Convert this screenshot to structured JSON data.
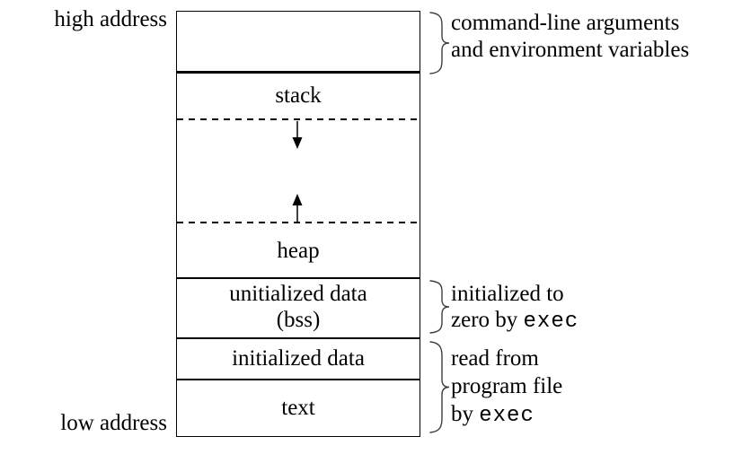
{
  "labels": {
    "high_address": "high address",
    "low_address": "low address"
  },
  "segments": {
    "stack": "stack",
    "heap": "heap",
    "bss_line1": "unitialized data",
    "bss_line2": "(bss)",
    "initialized_data": "initialized data",
    "text": "text"
  },
  "annotations": {
    "top": {
      "line1": "command-line arguments",
      "line2": "and environment variables"
    },
    "bss": {
      "line1": "initialized to",
      "line2_prefix": "zero by ",
      "line2_code": "exec"
    },
    "file": {
      "line1": "read from",
      "line2": "program file",
      "line3_prefix": "by ",
      "line3_code": "exec"
    }
  },
  "icons": {
    "arrow-down-icon": "↓",
    "arrow-up-icon": "↑",
    "brace-icon": "}"
  },
  "colors": {
    "background": "#ffffff",
    "line": "#000000",
    "text": "#000000",
    "brace": "#3d3d3d"
  }
}
